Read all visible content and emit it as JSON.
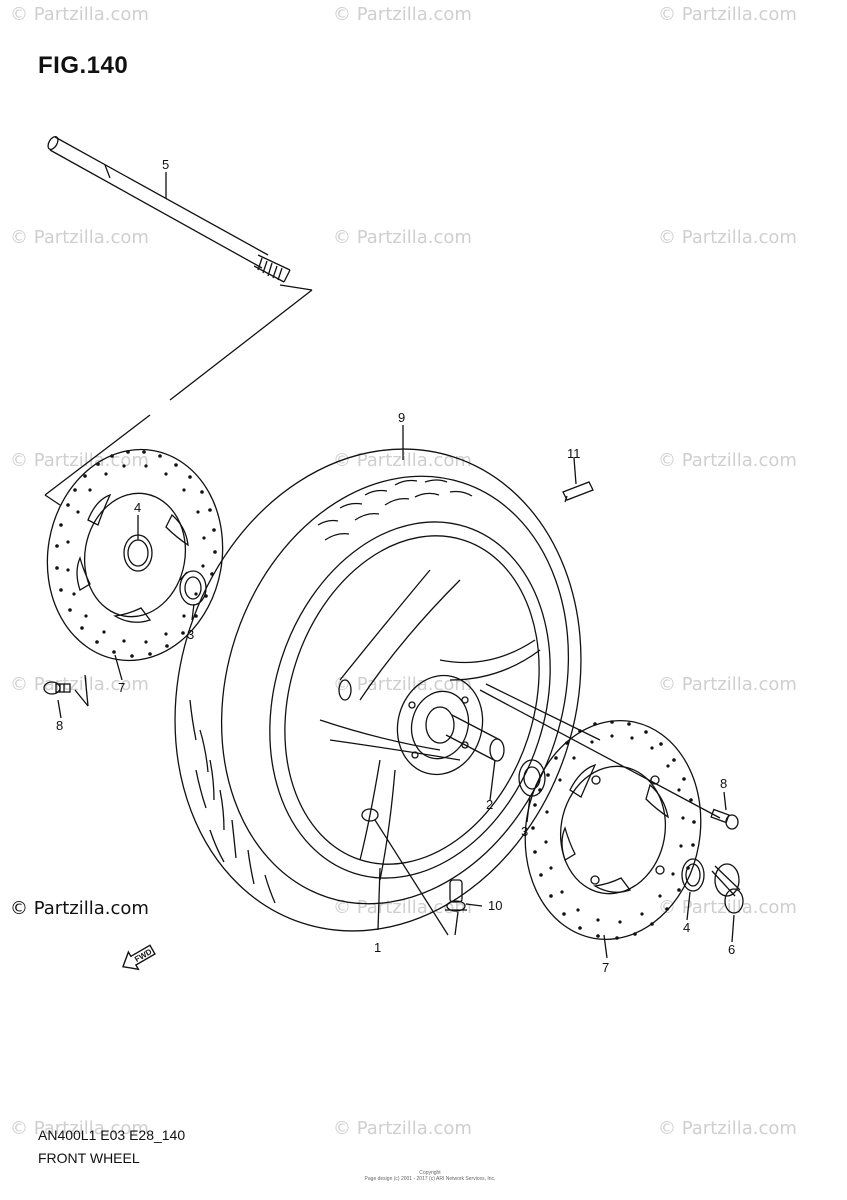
{
  "figure": {
    "title": "FIG.140"
  },
  "watermark": {
    "text": "© Partzilla.com",
    "color": "#cfcfcf"
  },
  "brand": {
    "text": "© Partzilla.com"
  },
  "callouts": {
    "c1": "1",
    "c2": "2",
    "c3a": "3",
    "c3b": "3",
    "c4a": "4",
    "c4b": "4",
    "c5": "5",
    "c6": "6",
    "c7a": "7",
    "c7b": "7",
    "c8a": "8",
    "c8b": "8",
    "c9": "9",
    "c10": "10",
    "c11": "11"
  },
  "fwd_label": "FWD",
  "footer": {
    "code": "AN400L1 E03 E28_140",
    "caption": "FRONT WHEEL",
    "copyright_line1": "Copyright",
    "copyright_line2": "Page design (c) 2001 - 2017 (c) ARI Network Services, Inc."
  },
  "icons": [
    "fwd-arrow-icon"
  ]
}
